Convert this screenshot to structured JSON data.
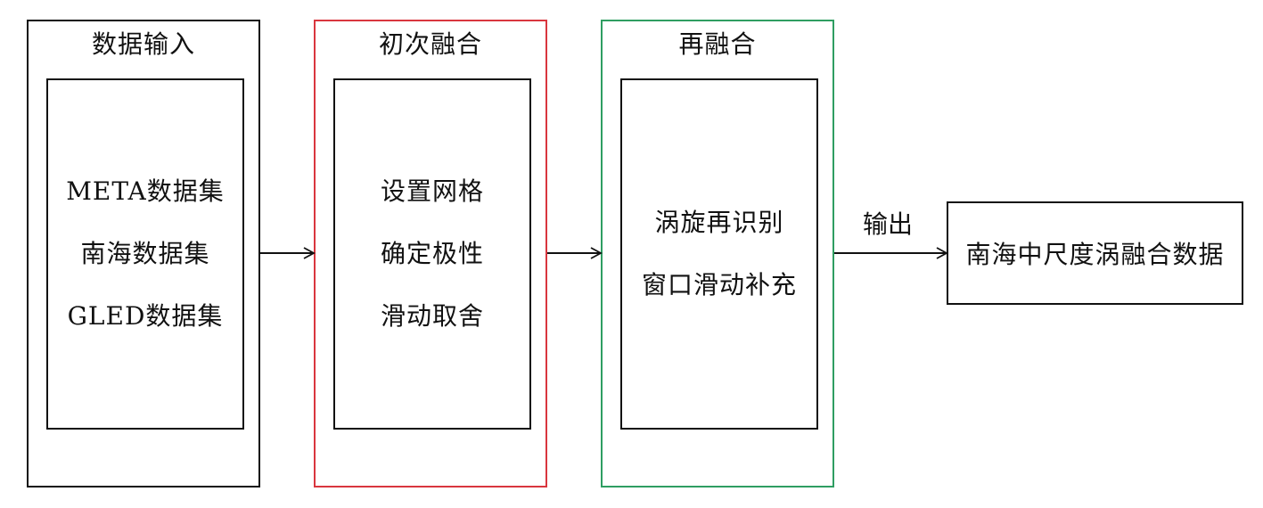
{
  "stages": [
    {
      "title": "数据输入",
      "items": [
        "META数据集",
        "南海数据集",
        "GLED数据集"
      ],
      "border_color": "#111111"
    },
    {
      "title": "初次融合",
      "items": [
        "设置网格",
        "确定极性",
        "滑动取舍"
      ],
      "border_color": "#d9363e"
    },
    {
      "title": "再融合",
      "items": [
        "涡旋再识别",
        "窗口滑动补充"
      ],
      "border_color": "#2f9e62"
    }
  ],
  "output": {
    "arrow_label": "输出",
    "box_label": "南海中尺度涡融合数据"
  }
}
